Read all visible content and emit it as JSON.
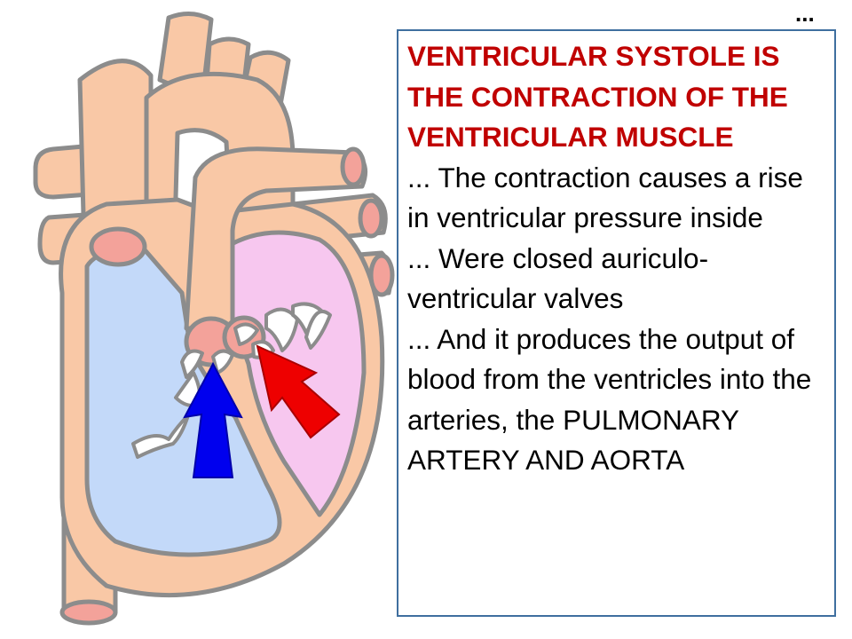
{
  "corner_marker": "...",
  "colors": {
    "tissue": "#f9c8a6",
    "tissue_outline": "#8c8c8c",
    "vessel_end": "#f3a29a",
    "right_chamber": "#c3d9f9",
    "left_chamber": "#f7c7ef",
    "deoxygenated_arrow": "#0000ee",
    "oxygenated_arrow": "#ee0000",
    "heading_text": "#c00000",
    "panel_border": "#3f6f9f"
  },
  "panel": {
    "heading": "VENTRICULAR SYSTOLE IS THE CONTRACTION OF THE VENTRICULAR MUSCLE",
    "points": [
      "... The contraction causes a rise in ventricular pressure inside",
      "... Were closed auriculo-ventricular valves",
      "... And it produces the output of blood from the ventricles into the arteries, the PULMONARY ARTERY AND AORTA"
    ]
  },
  "diagram": {
    "arrows": [
      {
        "name": "blue-arrow",
        "direction": "up",
        "color_key": "deoxygenated_arrow"
      },
      {
        "name": "red-arrow",
        "direction": "up-left",
        "color_key": "oxygenated_arrow"
      }
    ]
  }
}
